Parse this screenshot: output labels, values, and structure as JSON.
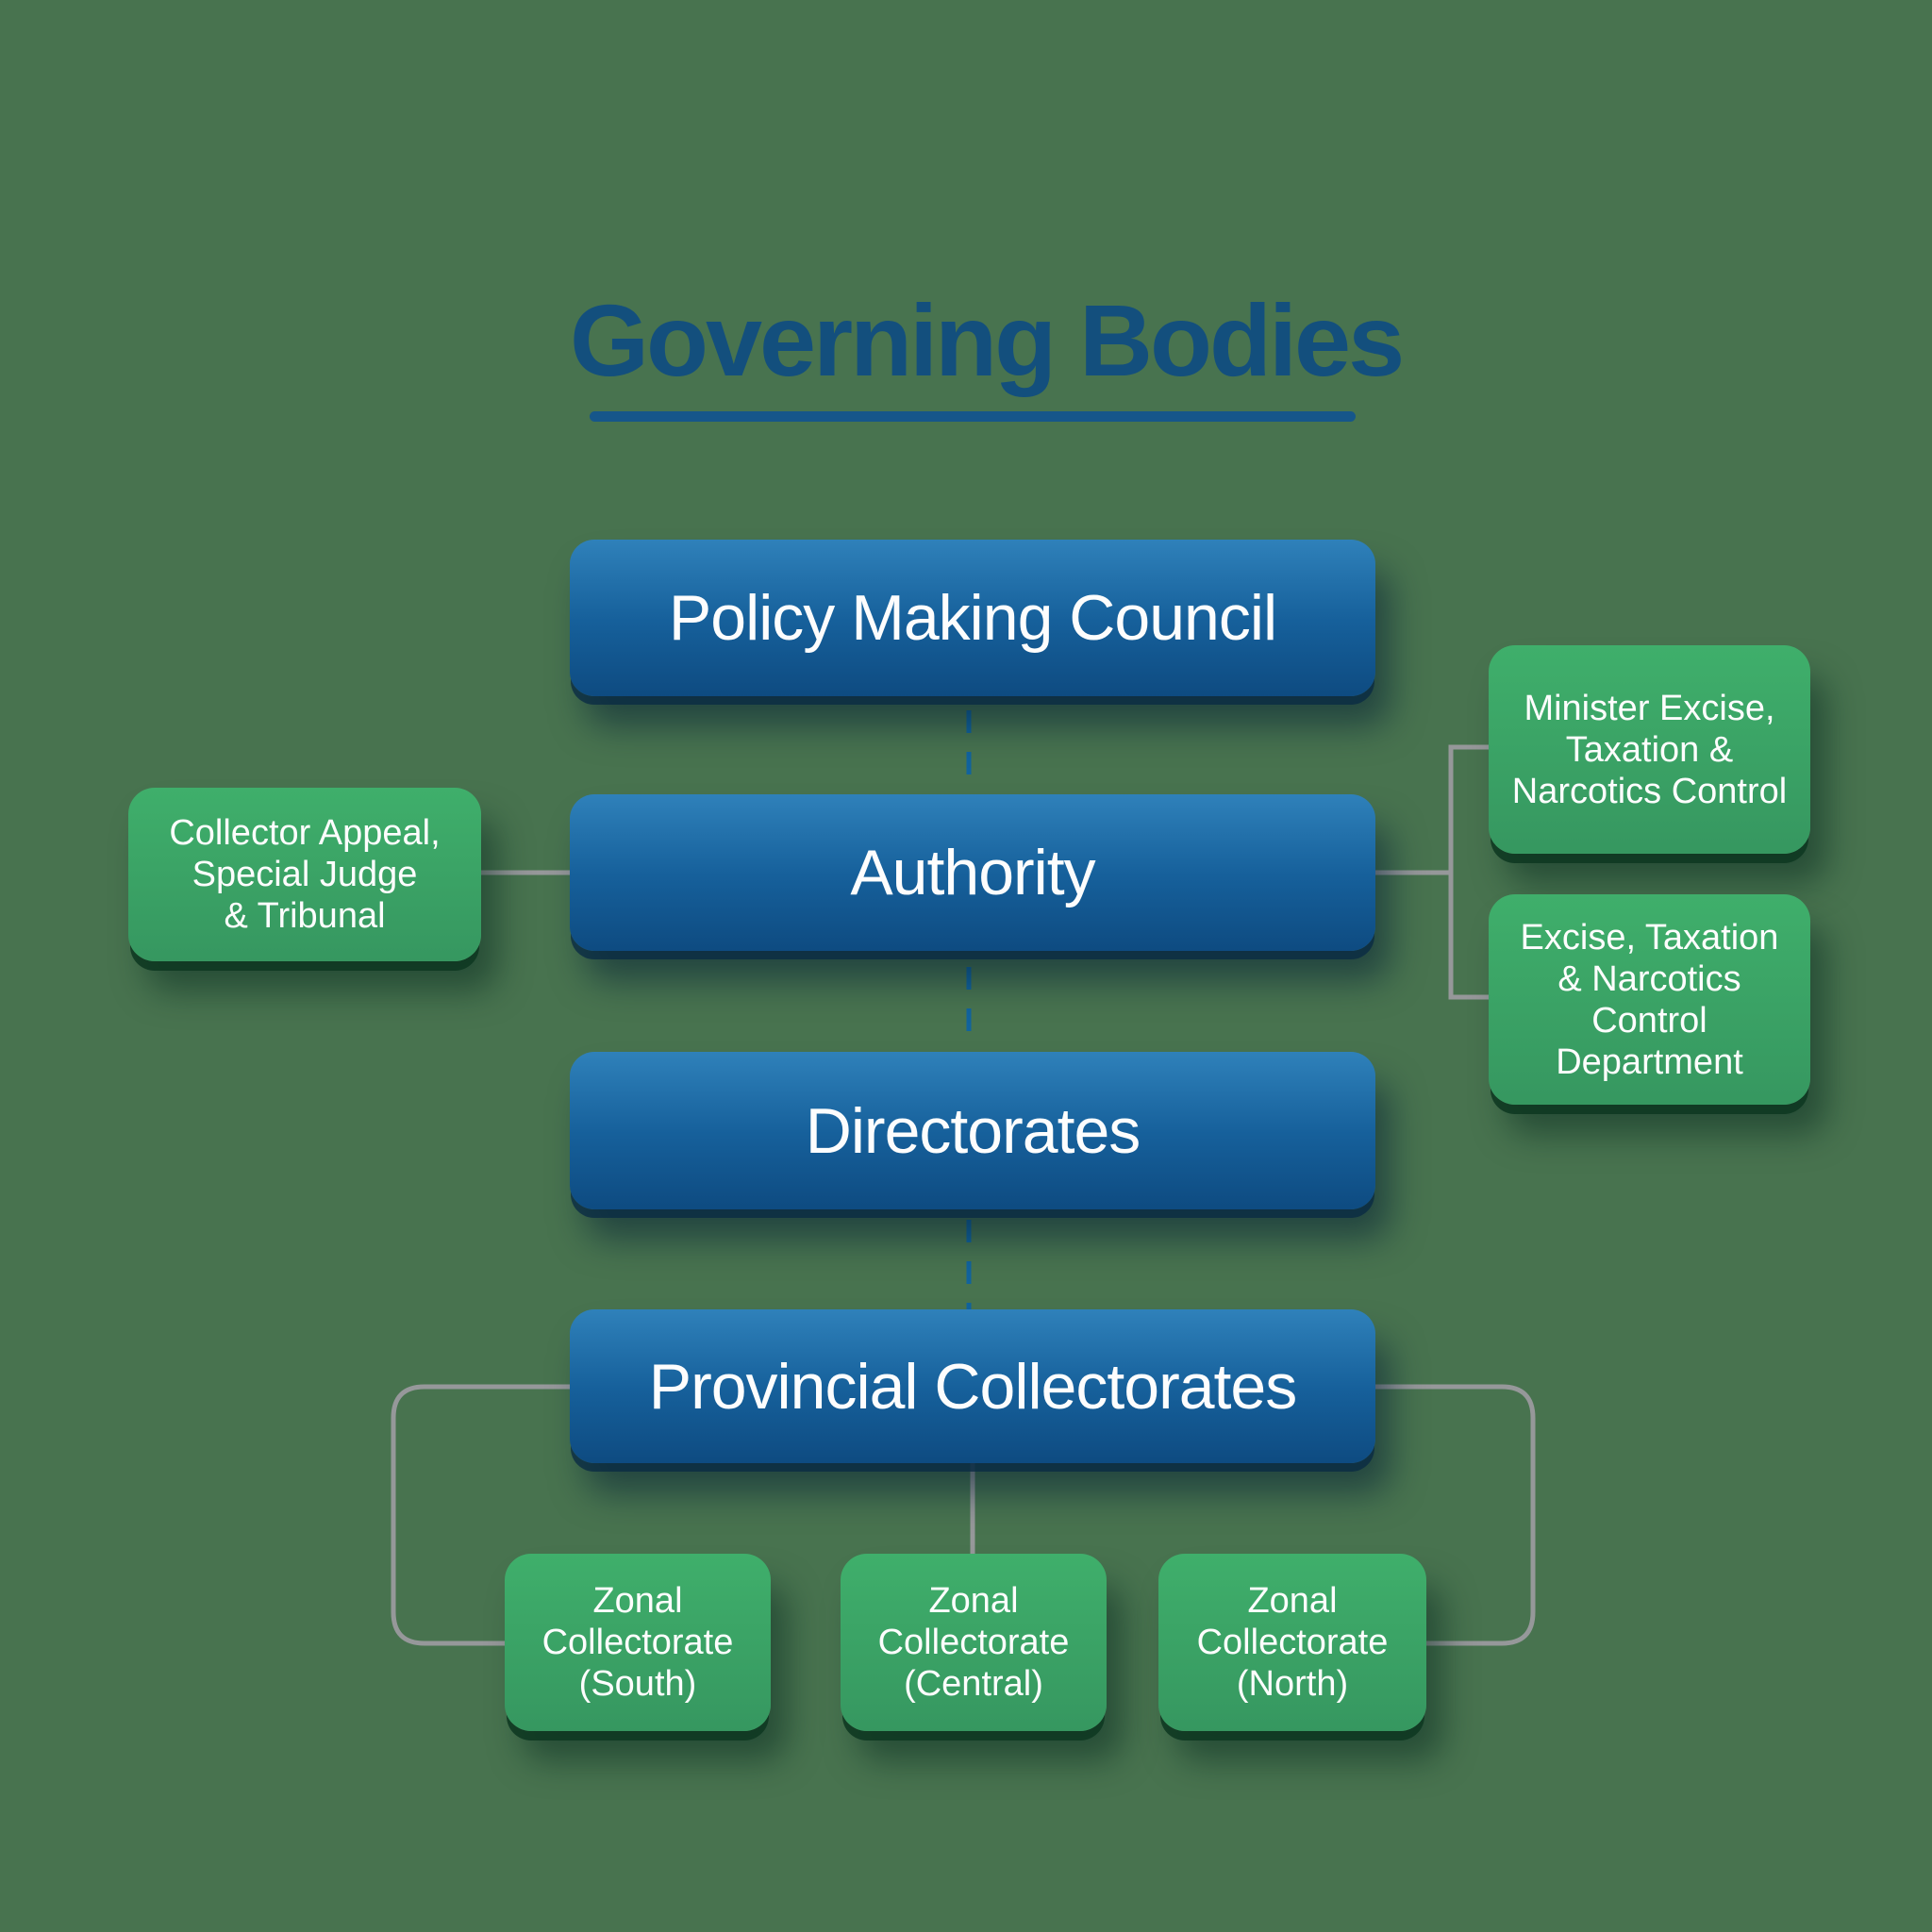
{
  "title": "Governing Bodies",
  "colors": {
    "background": "#48734F",
    "title_blue": "#134F7D",
    "box_blue_top": "#2F81BA",
    "box_blue_bottom": "#0E4B81",
    "box_green_top": "#3FAF6B",
    "box_green_bottom": "#369760",
    "connector_gray": "#96989A",
    "connector_dash_blue": "#11639D",
    "box_text": "#FFFFFF"
  },
  "nodes": {
    "policy": {
      "label": "Policy Making Council"
    },
    "authority": {
      "label": "Authority"
    },
    "directorates": {
      "label": "Directorates"
    },
    "provincial": {
      "label": "Provincial Collectorates"
    },
    "collector": {
      "label": "Collector Appeal,\nSpecial Judge\n& Tribunal"
    },
    "minister": {
      "label": "Minister Excise,\nTaxation &\nNarcotics Control"
    },
    "department": {
      "label": "Excise, Taxation\n& Narcotics\nControl\nDepartment"
    },
    "zonal_south": {
      "label": "Zonal\nCollectorate\n(South)"
    },
    "zonal_central": {
      "label": "Zonal\nCollectorate\n(Central)"
    },
    "zonal_north": {
      "label": "Zonal\nCollectorate\n(North)"
    }
  }
}
